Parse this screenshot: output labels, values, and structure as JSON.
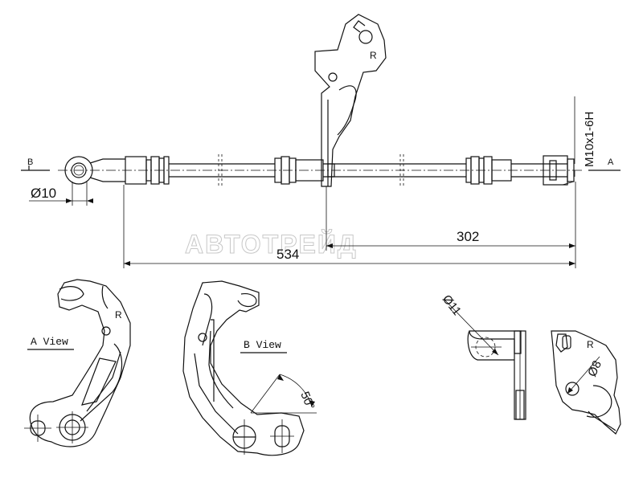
{
  "labels": {
    "view_a_marker": "A",
    "view_b_marker": "B",
    "dia_ring": "Ø10",
    "thread": "M10x1-6H",
    "dim_302": "302",
    "dim_534": "534",
    "a_view_title": "A View",
    "b_view_title": "B View",
    "angle": "50°",
    "dia_11": "Ø11",
    "dia_8": "Ø8",
    "side_r": "R"
  },
  "watermark": "АВТОТРЕЙД",
  "colors": {
    "line": "#111111",
    "watermark": "#c8c8c8"
  }
}
